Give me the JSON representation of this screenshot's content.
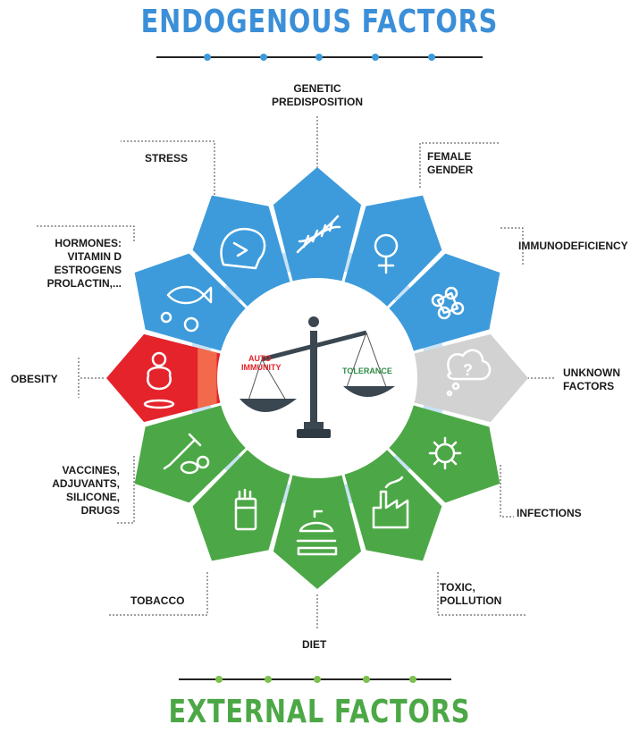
{
  "header": {
    "title": "ENDOGENOUS FACTORS"
  },
  "footer": {
    "title": "EXTERNAL FACTORS"
  },
  "center": {
    "left_label": "AUTO IMMUNITY",
    "right_label": "TOLERANCE"
  },
  "factors": {
    "genetic": "GENETIC PREDISPOSITION",
    "female": "FEMALE GENDER",
    "immunodeficiency": "IMMUNODEFICIENCY",
    "unknown": "UNKNOWN FACTORS",
    "infections": "INFECTIONS",
    "toxic": "TOXIC, POLLUTION",
    "diet": "DIET",
    "tobacco": "TOBACCO",
    "vaccines": "VACCINES, ADJUVANTS, SILICONE, DRUGS",
    "obesity": "OBESITY",
    "hormones": "HORMONES: VITAMIN D ESTROGENS PROLACTIN,...",
    "stress": "STRESS"
  },
  "colors": {
    "blue": "#3d9bdb",
    "green": "#4ca846",
    "red": "#e4232b",
    "gray": "#d2d2d2",
    "text": "#1a1a1a"
  }
}
